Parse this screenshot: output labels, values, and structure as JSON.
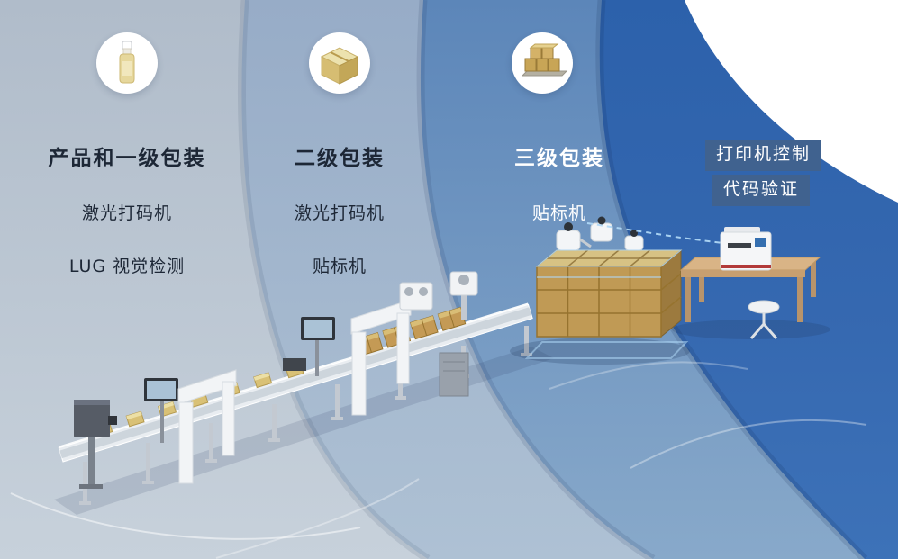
{
  "stages": [
    {
      "icon": "bottle-icon",
      "title": "产品和一级包装",
      "items": [
        "激光打码机",
        "LUG 视觉检测"
      ]
    },
    {
      "icon": "carton-icon",
      "title": "二级包装",
      "items": [
        "激光打码机",
        "贴标机"
      ]
    },
    {
      "icon": "pallet-icon",
      "title": "三级包装",
      "items": [
        "贴标机"
      ]
    }
  ],
  "side_labels": [
    "打印机控制",
    "代码验证"
  ],
  "colors": {
    "backdrop_light": "#b7c2d0",
    "backdrop_mid": "#9cb0ca",
    "backdrop_blue": "#6189bb",
    "backdrop_deep": "#2e63ae",
    "label_chip_bg": "#40628f",
    "heading_dark": "#1d2736",
    "heading_light": "#ffffff",
    "carton_box": "#c49a55",
    "product_box": "#d9c176"
  }
}
